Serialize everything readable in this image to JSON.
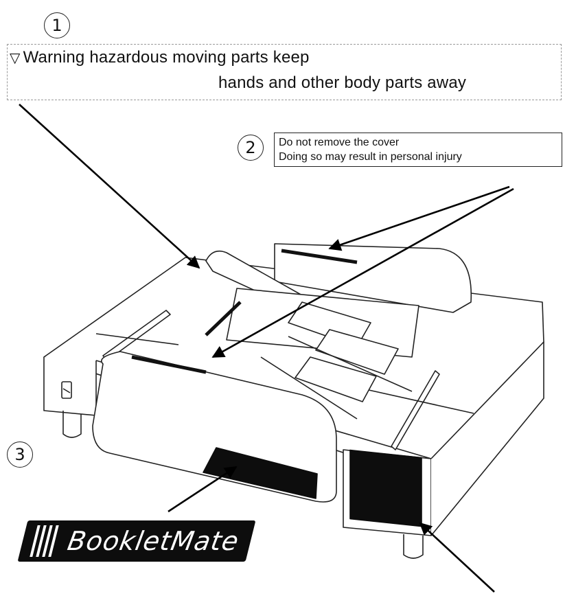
{
  "callouts": [
    {
      "number": "1",
      "text_line1": "Warning hazardous moving parts keep",
      "text_line2": "hands and other body parts away",
      "icon": "warning-triangle-icon"
    },
    {
      "number": "2",
      "text_line1": "Do not remove the cover",
      "text_line2": "Doing so may result in personal injury"
    },
    {
      "number": "3"
    }
  ],
  "logo": {
    "text": "BookletMate"
  }
}
